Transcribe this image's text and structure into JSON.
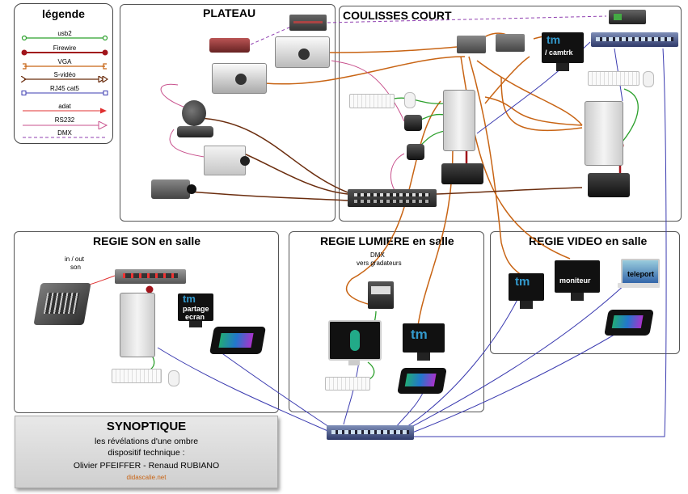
{
  "legend": {
    "title": "légende",
    "items": [
      {
        "label": "usb2",
        "color": "#2ca02c",
        "style": "usb"
      },
      {
        "label": "Firewire",
        "color": "#a1141b",
        "style": "firewire"
      },
      {
        "label": "VGA",
        "color": "#c86414",
        "style": "vga"
      },
      {
        "label": "S-vidéo",
        "color": "#6b2d0e",
        "style": "svideo"
      },
      {
        "label": "RJ45 cat5",
        "color": "#3b3bb0",
        "style": "rj45"
      },
      {
        "label": "adat",
        "color": "#e03030",
        "style": "adat"
      },
      {
        "label": "RS232",
        "color": "#c8508c",
        "style": "rs232"
      },
      {
        "label": "DMX",
        "color": "#9040b0",
        "style": "dmx"
      }
    ]
  },
  "panels": {
    "plateau": "PLATEAU",
    "coulisses": "COULISSES COURT",
    "regie_son": "REGIE SON en salle",
    "regie_lumiere": "REGIE LUMIERE en salle",
    "regie_video": "REGIE VIDEO en salle"
  },
  "labels": {
    "in_out_son": "in / out\nson",
    "in_out_line1": "in / out",
    "in_out_line2": "son",
    "dmx_line1": "DMX",
    "dmx_line2": "vers gradateurs",
    "camtrk": "/ camtrk",
    "partage_line1": "partage",
    "partage_line2": "ecran",
    "moniteur": "moniteur",
    "teleport": "teleport",
    "tm": "tm"
  },
  "synoptique": {
    "title": "SYNOPTIQUE",
    "line1": "les révélations d'une ombre",
    "line2": "dispositif technique :",
    "line3": "Olivier PFEIFFER - Renaud RUBIANO",
    "site": "didascalie.net"
  }
}
